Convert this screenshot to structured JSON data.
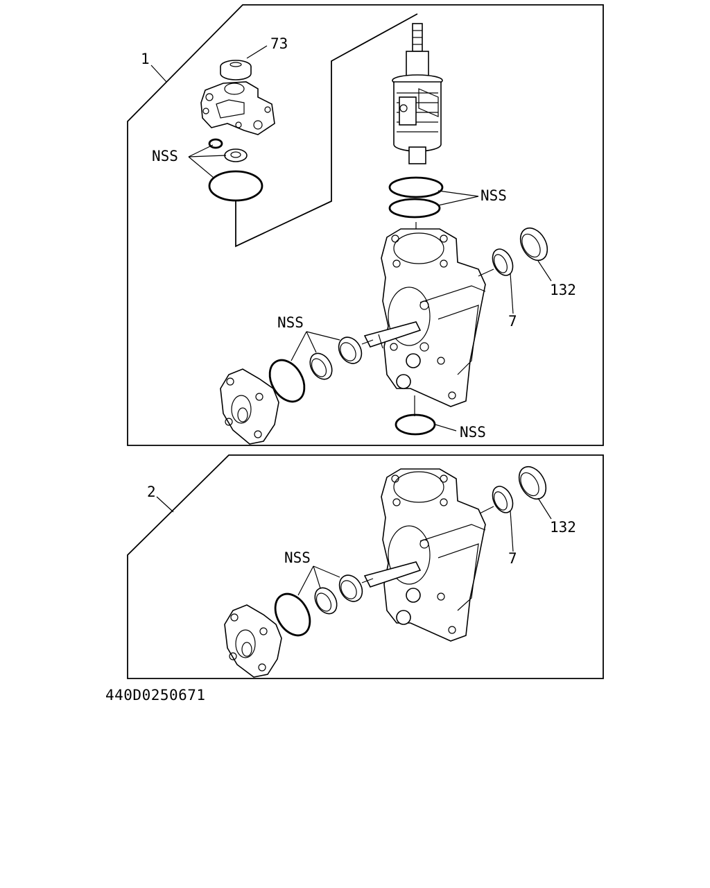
{
  "diagram": {
    "drawing_id": "440D0250671",
    "panels": [
      {
        "number": "1",
        "callouts": {
          "seal_washer": "73",
          "nss_housing_rings": "NSS",
          "nss_valve_rings": "NSS",
          "oil_seal": "132",
          "seal_ring": "7",
          "nss_cover_rings": "NSS",
          "nss_bottom_ring": "NSS"
        }
      },
      {
        "number": "2",
        "callouts": {
          "oil_seal": "132",
          "seal_ring": "7",
          "nss_cover_rings": "NSS"
        }
      }
    ]
  }
}
